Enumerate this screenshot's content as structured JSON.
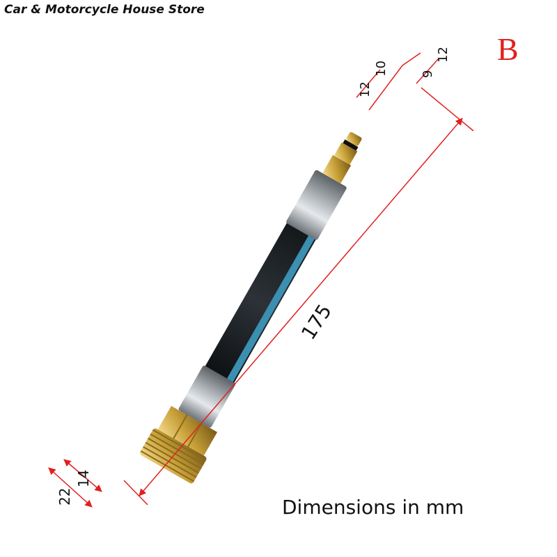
{
  "store_name": "Car & Motorcycle House Store",
  "variant_letter": "B",
  "caption": "Dimensions in mm",
  "dimensions": {
    "total_length": "175",
    "outer_thread_diameter": "22",
    "inner_diameter": "14",
    "plug_width_a": "12",
    "plug_width_b": "10",
    "tip_width_a": "9",
    "tip_width_b": "12"
  },
  "colors": {
    "brass": "#c9a23a",
    "hose": "#1e2327",
    "hose_stripe": "#3b8fb0",
    "sleeve": "#a8aeb4",
    "dimension_line": "#e02020",
    "variant_letter": "#e0201b"
  }
}
